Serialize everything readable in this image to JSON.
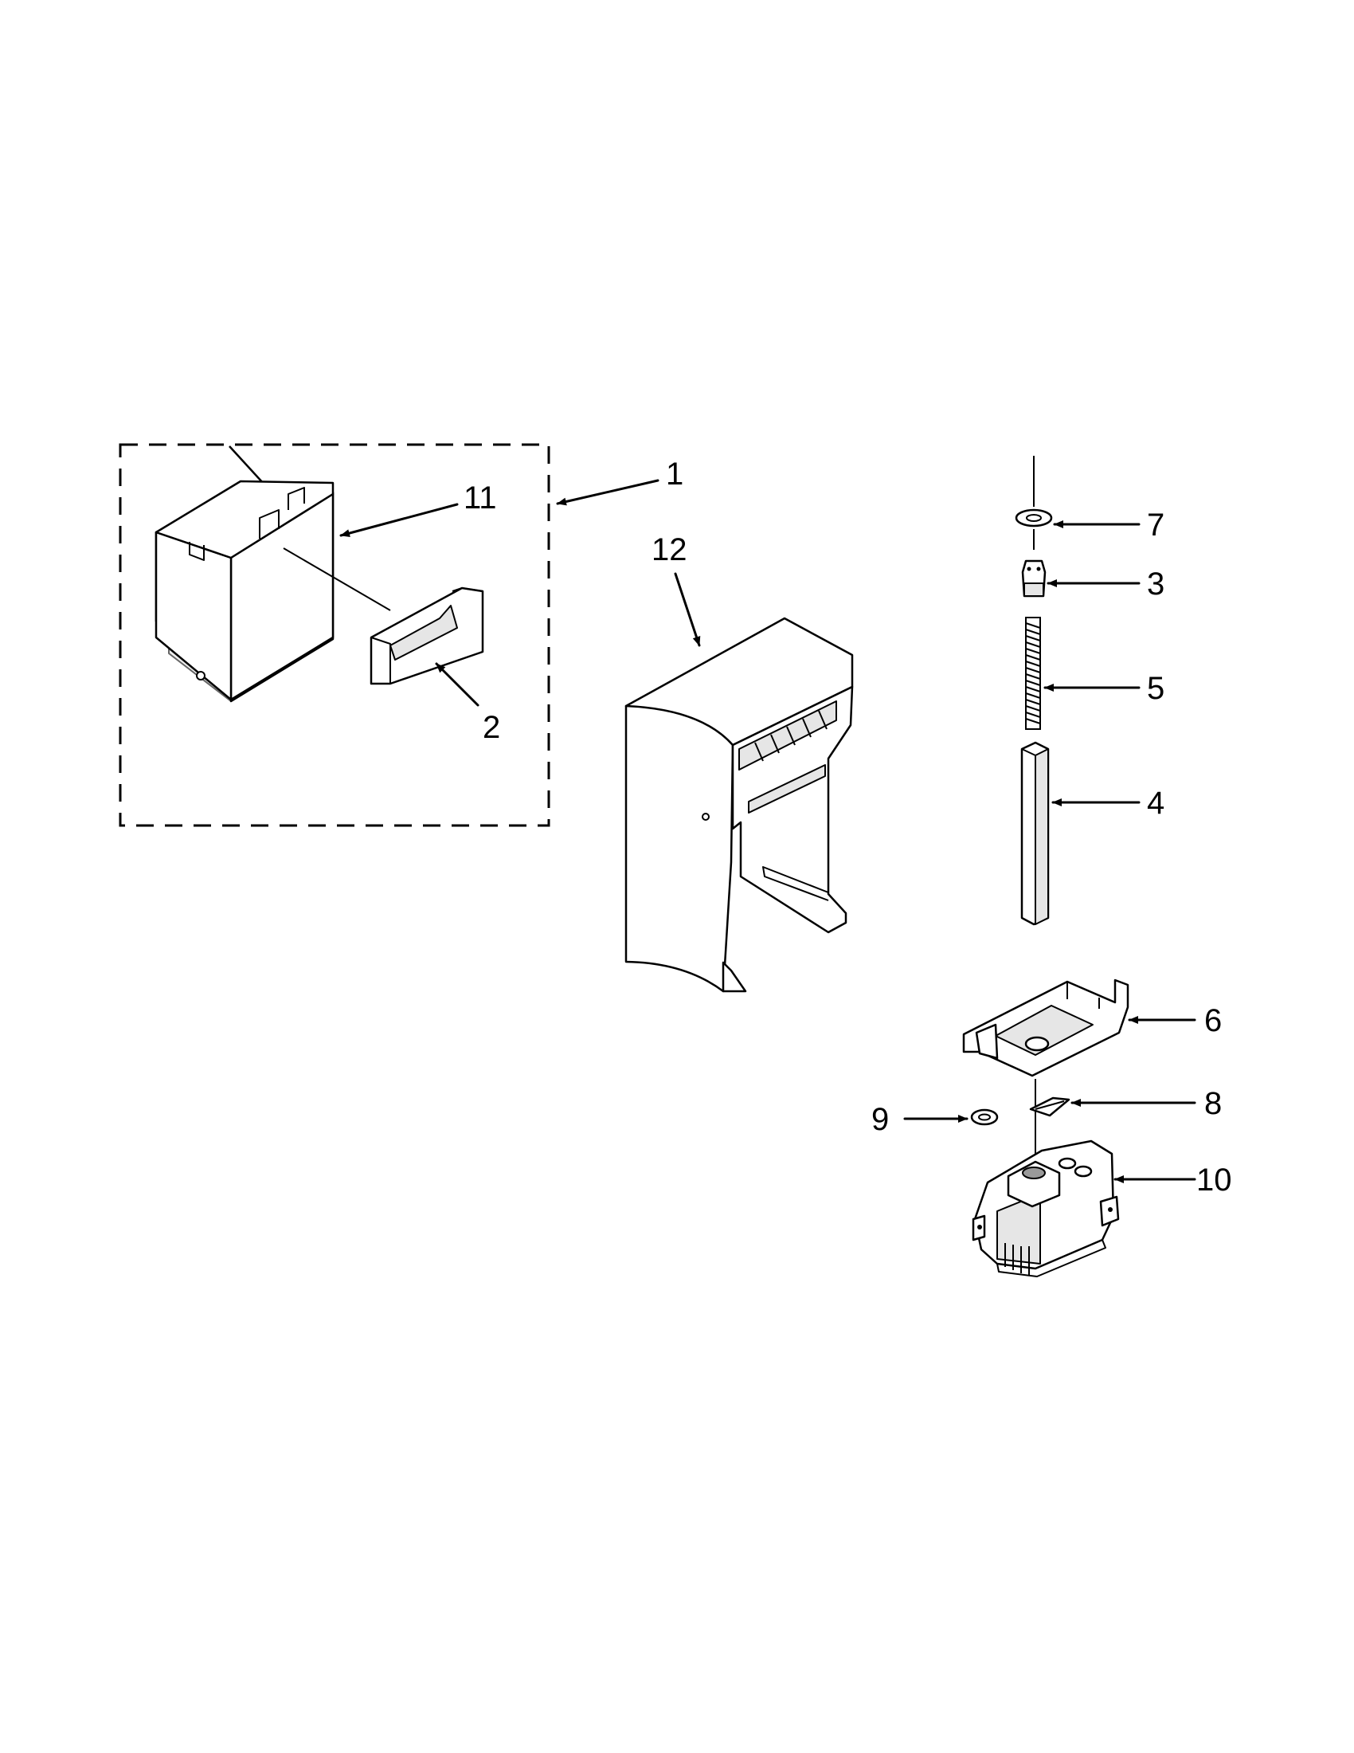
{
  "callouts": {
    "c1": "1",
    "c2": "2",
    "c3": "3",
    "c4": "4",
    "c5": "5",
    "c6": "6",
    "c7": "7",
    "c8": "8",
    "c9": "9",
    "c10": "10",
    "c11": "11",
    "c12": "12"
  },
  "parts": [
    {
      "id": "1",
      "kind": "assembly-group-bracket"
    },
    {
      "id": "2",
      "kind": "bucket-handle"
    },
    {
      "id": "3",
      "kind": "auger-nut"
    },
    {
      "id": "4",
      "kind": "hex-shaft"
    },
    {
      "id": "5",
      "kind": "spring"
    },
    {
      "id": "6",
      "kind": "motor-mount-bracket"
    },
    {
      "id": "7",
      "kind": "washer"
    },
    {
      "id": "8",
      "kind": "coupler"
    },
    {
      "id": "9",
      "kind": "washer"
    },
    {
      "id": "10",
      "kind": "auger-motor"
    },
    {
      "id": "11",
      "kind": "ice-bucket"
    },
    {
      "id": "12",
      "kind": "dispenser-housing"
    }
  ]
}
